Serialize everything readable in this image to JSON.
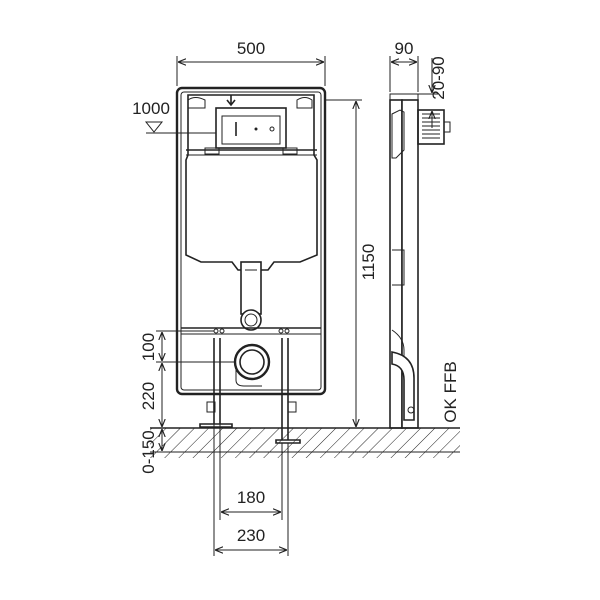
{
  "dimensions": {
    "frame_width": "500",
    "frame_depth": "90",
    "pipe_offset": "20-90",
    "control_height": "1000",
    "frame_height": "1150",
    "drain_spacing": "100",
    "drain_height": "220",
    "foot_adjust": "0-150",
    "foot_inner": "180",
    "foot_outer": "230",
    "floor_label": "OK FFB"
  }
}
